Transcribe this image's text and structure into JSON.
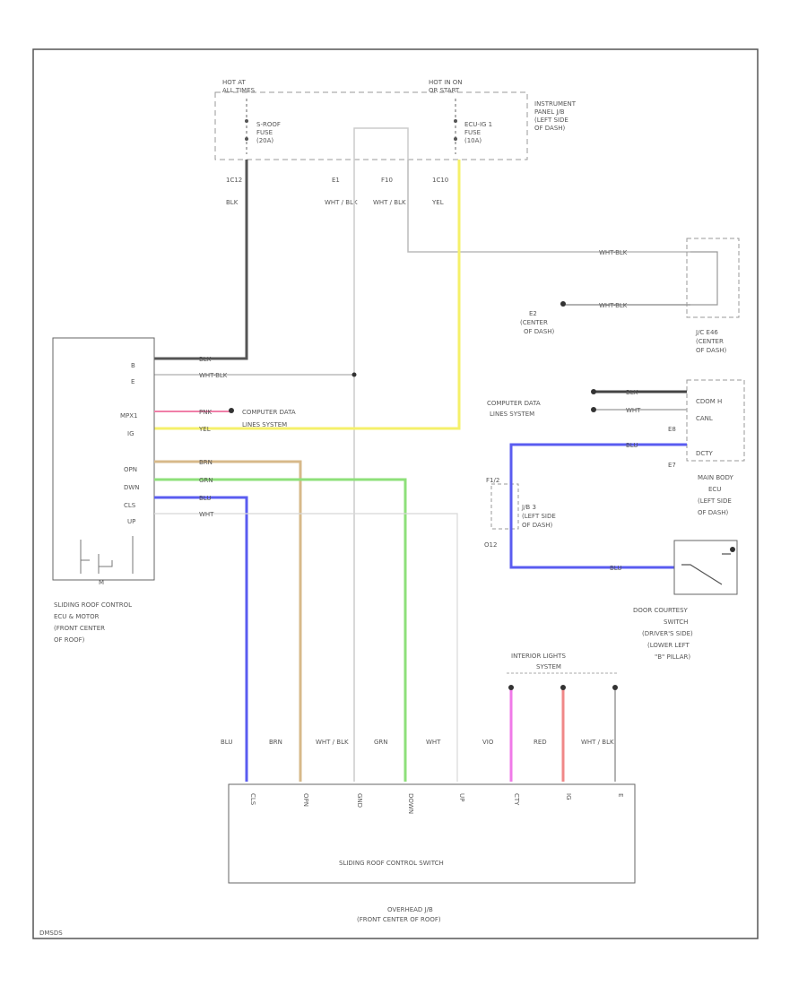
{
  "hot_labels": {
    "left": [
      "HOT AT",
      "ALL TIMES"
    ],
    "right": [
      "HOT IN ON",
      "OR START"
    ]
  },
  "fuses": {
    "sroof": [
      "S-ROOF",
      "FUSE",
      "(20A)"
    ],
    "ecu_ig1": [
      "ECU-IG 1",
      "FUSE",
      "(10A)"
    ],
    "instrument_jb": [
      "INSTRUMENT",
      "PANEL J/B",
      "(LEFT SIDE",
      "OF DASH)"
    ]
  },
  "top_pins": [
    {
      "pin": "1C12",
      "color": "BLK"
    },
    {
      "pin": "E1",
      "color": "WHT / BLK"
    },
    {
      "pin": "F10",
      "color": "WHT / BLK"
    },
    {
      "pin": "1C10",
      "color": "YEL"
    }
  ],
  "ecu": {
    "pins": [
      "B",
      "E",
      "",
      "MPX1",
      "IG",
      "",
      "OPN",
      "DWN",
      "CLS",
      "UP"
    ],
    "wire_colors": [
      "BLK",
      "WHT-BLK",
      "PNK",
      "YEL",
      "BRN",
      "GRN",
      "BLU",
      "WHT"
    ],
    "label": [
      "SLIDING ROOF CONTROL",
      "ECU & MOTOR",
      "(FRONT CENTER",
      "OF ROOF)"
    ],
    "motor": "M"
  },
  "comp_data": [
    "COMPUTER DATA",
    "LINES SYSTEM"
  ],
  "ground": {
    "name": "E2",
    "desc": [
      "(CENTER",
      "OF DASH)"
    ],
    "color": "WHT-BLK"
  },
  "jc": {
    "label": [
      "J/C E46",
      "(CENTER",
      "OF DASH)"
    ],
    "wire1": "WHT-BLK",
    "wire2": "WHT-BLK"
  },
  "main_body": {
    "pins": [
      "CDOM H",
      "CANL",
      "DCTY"
    ],
    "wire_colors": [
      "BLK",
      "WHT",
      "BLU"
    ],
    "conn": [
      "E8",
      "E7"
    ],
    "label": [
      "MAIN BODY",
      "ECU",
      "(LEFT SIDE",
      "OF DASH)"
    ]
  },
  "jb_small": {
    "label": [
      "J/B 3",
      "(LEFT SIDE",
      "OF DASH)"
    ],
    "top": "F1/2",
    "bottom": "O12"
  },
  "door_switch": {
    "wire": "BLU",
    "label": [
      "DOOR COURTESY",
      "SWITCH",
      "(DRIVER'S SIDE)",
      "(LOWER LEFT",
      "\"B\" PILLAR)"
    ]
  },
  "interior": [
    "INTERIOR LIGHTS",
    "SYSTEM"
  ],
  "bottom_wires": [
    "BLU",
    "BRN",
    "WHT / BLK",
    "GRN",
    "WHT",
    "VIO",
    "RED",
    "WHT / BLK"
  ],
  "switch_pins": [
    "CLS",
    "OPN",
    "GND",
    "DOWN",
    "UP",
    "CTY",
    "IG",
    "E"
  ],
  "switch_label": "SLIDING ROOF CONTROL SWITCH",
  "overhead": [
    "OVERHEAD J/B",
    "(FRONT CENTER OF ROOF)"
  ],
  "ref": "DMSDS",
  "colors": {
    "blk": "#444444",
    "wht": "#d8d8d8",
    "yel": "#f5f06a",
    "pnk": "#f07fa8",
    "brn": "#d7b98a",
    "grn": "#8ee07a",
    "blu": "#5a5cf0",
    "vio": "#f07ae8",
    "red": "#f08888"
  }
}
